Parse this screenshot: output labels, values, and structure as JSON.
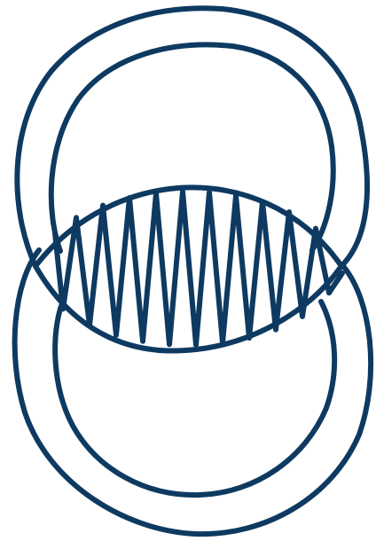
{
  "diagram": {
    "stroke_color": "#0e3a61",
    "background_color": "#ffffff",
    "shapes": [
      {
        "name": "top-ring",
        "kind": "ring"
      },
      {
        "name": "bottom-ring",
        "kind": "ring"
      },
      {
        "name": "overlap-lens",
        "kind": "hatched-region"
      }
    ]
  }
}
